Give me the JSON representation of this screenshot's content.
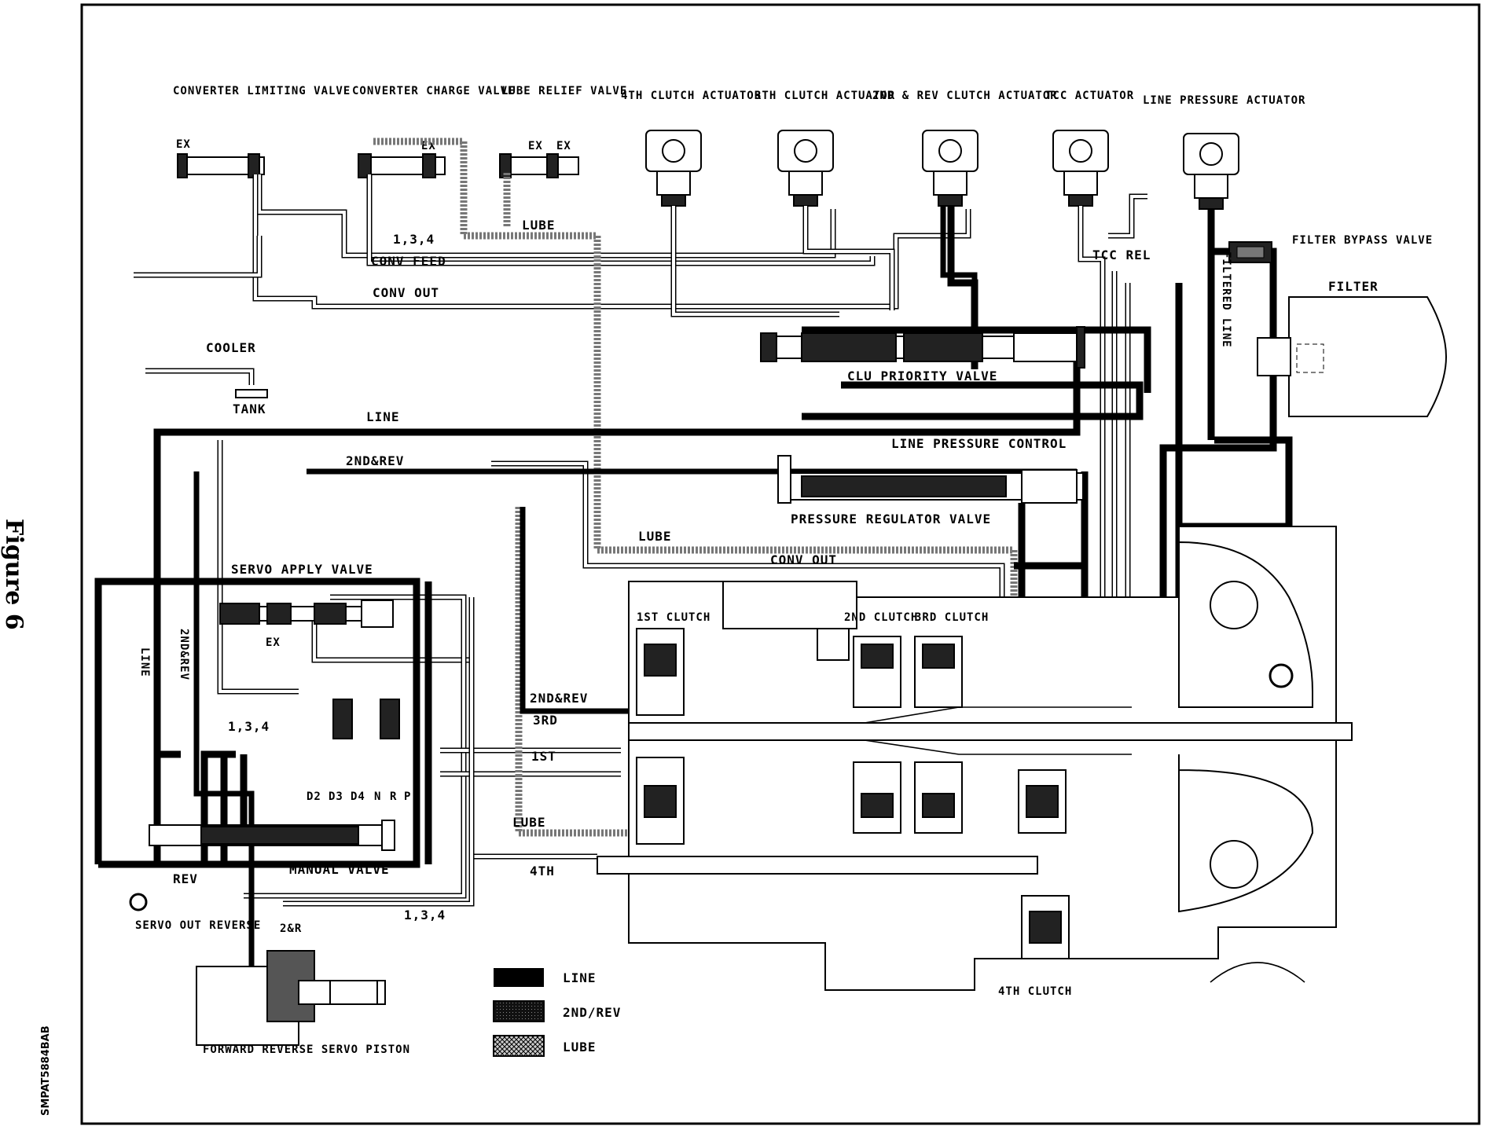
{
  "figure_label": "Figure 6",
  "figure_code": "SMPAT5884BAB",
  "components": {
    "converter_limiting_valve": "CONVERTER LIMITING VALVE",
    "converter_charge_valve": "CONVERTER CHARGE VALVE",
    "lube_relief_valve": "LUBE RELIEF VALVE",
    "fourth_clutch_actuator": "4TH CLUTCH ACTUATOR",
    "third_clutch_actuator": "3TH CLUTCH ACTUATOR",
    "second_rev_clutch_actuator": "2ND & REV CLUTCH ACTUATOR",
    "tcc_actuator": "TCC ACTUATOR",
    "line_pressure_actuator": "LINE PRESSURE ACTUATOR",
    "filter_bypass_valve": "FILTER BYPASS VALVE",
    "filter": "FILTER",
    "cooler": "COOLER",
    "tank": "TANK",
    "clu_priority_valve": "CLU PRIORITY VALVE",
    "line_pressure_control": "LINE PRESSURE CONTROL",
    "pressure_regulator_valve": "PRESSURE REGULATOR VALVE",
    "servo_apply_valve": "SERVO APPLY VALVE",
    "manual_valve": "MANUAL VALVE",
    "manual_positions": [
      "D2",
      "D3",
      "D4",
      "N",
      "R",
      "P"
    ],
    "first_clutch": "1ST CLUTCH",
    "second_clutch": "2ND CLUTCH",
    "third_clutch": "3RD CLUTCH",
    "fourth_clutch": "4TH CLUTCH",
    "servo_out_reverse": "SERVO OUT REVERSE",
    "forward_reverse_servo_piston": "FORWARD REVERSE SERVO PISTON"
  },
  "passages": {
    "ex": "EX",
    "lube": "LUBE",
    "one_three_four": "1,3,4",
    "conv_feed": "CONV FEED",
    "conv_out": "CONV OUT",
    "tcc_rel": "TCC REL",
    "filtered_line": "FILTERED LINE",
    "line": "LINE",
    "second_rev": "2ND&REV",
    "second_rev_vertical": "2ND&REV",
    "third": "3RD",
    "first": "1ST",
    "fourth": "4TH",
    "rev": "REV",
    "two_r": "2&R"
  },
  "legend": [
    {
      "label": "LINE",
      "pattern": "solid"
    },
    {
      "label": "2ND/REV",
      "pattern": "dense"
    },
    {
      "label": "LUBE",
      "pattern": "crosshatch"
    }
  ]
}
